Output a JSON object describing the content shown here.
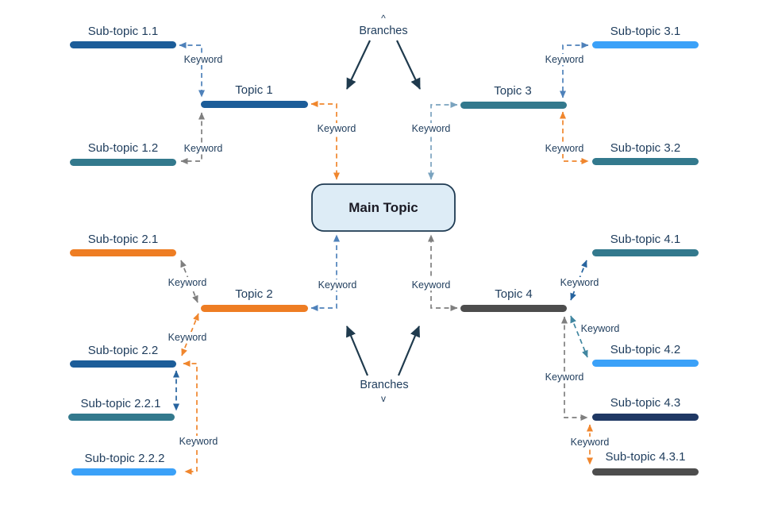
{
  "diagram": {
    "type": "mind-map"
  },
  "nodes": {
    "main": "Main Topic",
    "t1": "Topic 1",
    "t2": "Topic 2",
    "t3": "Topic 3",
    "t4": "Topic 4",
    "s11": "Sub-topic 1.1",
    "s12": "Sub-topic 1.2",
    "s21": "Sub-topic 2.1",
    "s22": "Sub-topic 2.2",
    "s221": "Sub-topic 2.2.1",
    "s222": "Sub-topic 2.2.2",
    "s31": "Sub-topic 3.1",
    "s32": "Sub-topic 3.2",
    "s41": "Sub-topic 4.1",
    "s42": "Sub-topic 4.2",
    "s43": "Sub-topic 4.3",
    "s431": "Sub-topic 4.3.1"
  },
  "labels": {
    "keyword": "Keyword",
    "branches": "Branches",
    "caret_top": "^",
    "caret_bottom": "v"
  },
  "colors": {
    "background": "#ffffff",
    "text": "#1e3c5c",
    "main_text": "#1a1a24",
    "box_fill": "#ddecf6",
    "box_border": "#1e3a52",
    "bar_dark_blue": "#1c5d99",
    "bar_teal": "#33798d",
    "bar_bright_blue": "#3ba1f8",
    "bar_orange": "#ee7d23",
    "bar_dark_gray": "#4d4d4d",
    "bar_navy": "#1f3864",
    "conn_blue": "#4e81ba",
    "conn_steel": "#7aa3bf",
    "conn_gray": "#7f7f7f",
    "conn_orange": "#f0862d",
    "conn_strong_blue": "#27649f",
    "conn_teal": "#4186a0",
    "solid_arrow": "#1f3a4d"
  },
  "edges": [
    {
      "from": "Topic 1",
      "to": "Sub-topic 1.1",
      "label": "Keyword",
      "color": "conn_blue",
      "style": "dashed"
    },
    {
      "from": "Topic 1",
      "to": "Sub-topic 1.2",
      "label": "Keyword",
      "color": "conn_gray",
      "style": "dashed"
    },
    {
      "from": "Main Topic",
      "to": "Topic 1",
      "label": "Keyword",
      "color": "conn_orange",
      "style": "dashed"
    },
    {
      "from": "Main Topic",
      "to": "Topic 3",
      "label": "Keyword",
      "color": "conn_steel",
      "style": "dashed"
    },
    {
      "from": "Topic 3",
      "to": "Sub-topic 3.1",
      "label": "Keyword",
      "color": "conn_blue",
      "style": "dashed"
    },
    {
      "from": "Topic 3",
      "to": "Sub-topic 3.2",
      "label": "Keyword",
      "color": "conn_orange",
      "style": "dashed"
    },
    {
      "from": "Main Topic",
      "to": "Topic 2",
      "label": "Keyword",
      "color": "conn_blue",
      "style": "dashed"
    },
    {
      "from": "Main Topic",
      "to": "Topic 4",
      "label": "Keyword",
      "color": "conn_gray",
      "style": "dashed"
    },
    {
      "from": "Topic 2",
      "to": "Sub-topic 2.1",
      "label": "Keyword",
      "color": "conn_gray",
      "style": "dashed"
    },
    {
      "from": "Topic 2",
      "to": "Sub-topic 2.2",
      "label": "Keyword",
      "color": "conn_orange",
      "style": "dashed"
    },
    {
      "from": "Sub-topic 2.2",
      "to": "Sub-topic 2.2.1",
      "label": "",
      "color": "conn_strong_blue",
      "style": "dashed"
    },
    {
      "from": "Sub-topic 2.2",
      "to": "Sub-topic 2.2.2",
      "label": "Keyword",
      "color": "conn_orange",
      "style": "dashed"
    },
    {
      "from": "Topic 4",
      "to": "Sub-topic 4.1",
      "label": "Keyword",
      "color": "conn_strong_blue",
      "style": "dashed"
    },
    {
      "from": "Topic 4",
      "to": "Sub-topic 4.2",
      "label": "Keyword",
      "color": "conn_teal",
      "style": "dashed"
    },
    {
      "from": "Topic 4",
      "to": "Sub-topic 4.3",
      "label": "Keyword",
      "color": "conn_gray",
      "style": "dashed"
    },
    {
      "from": "Sub-topic 4.3",
      "to": "Sub-topic 4.3.1",
      "label": "Keyword",
      "color": "conn_orange",
      "style": "dashed"
    },
    {
      "from": "Branches",
      "to": "branch connectors",
      "label": "",
      "color": "solid_arrow",
      "style": "solid"
    }
  ]
}
